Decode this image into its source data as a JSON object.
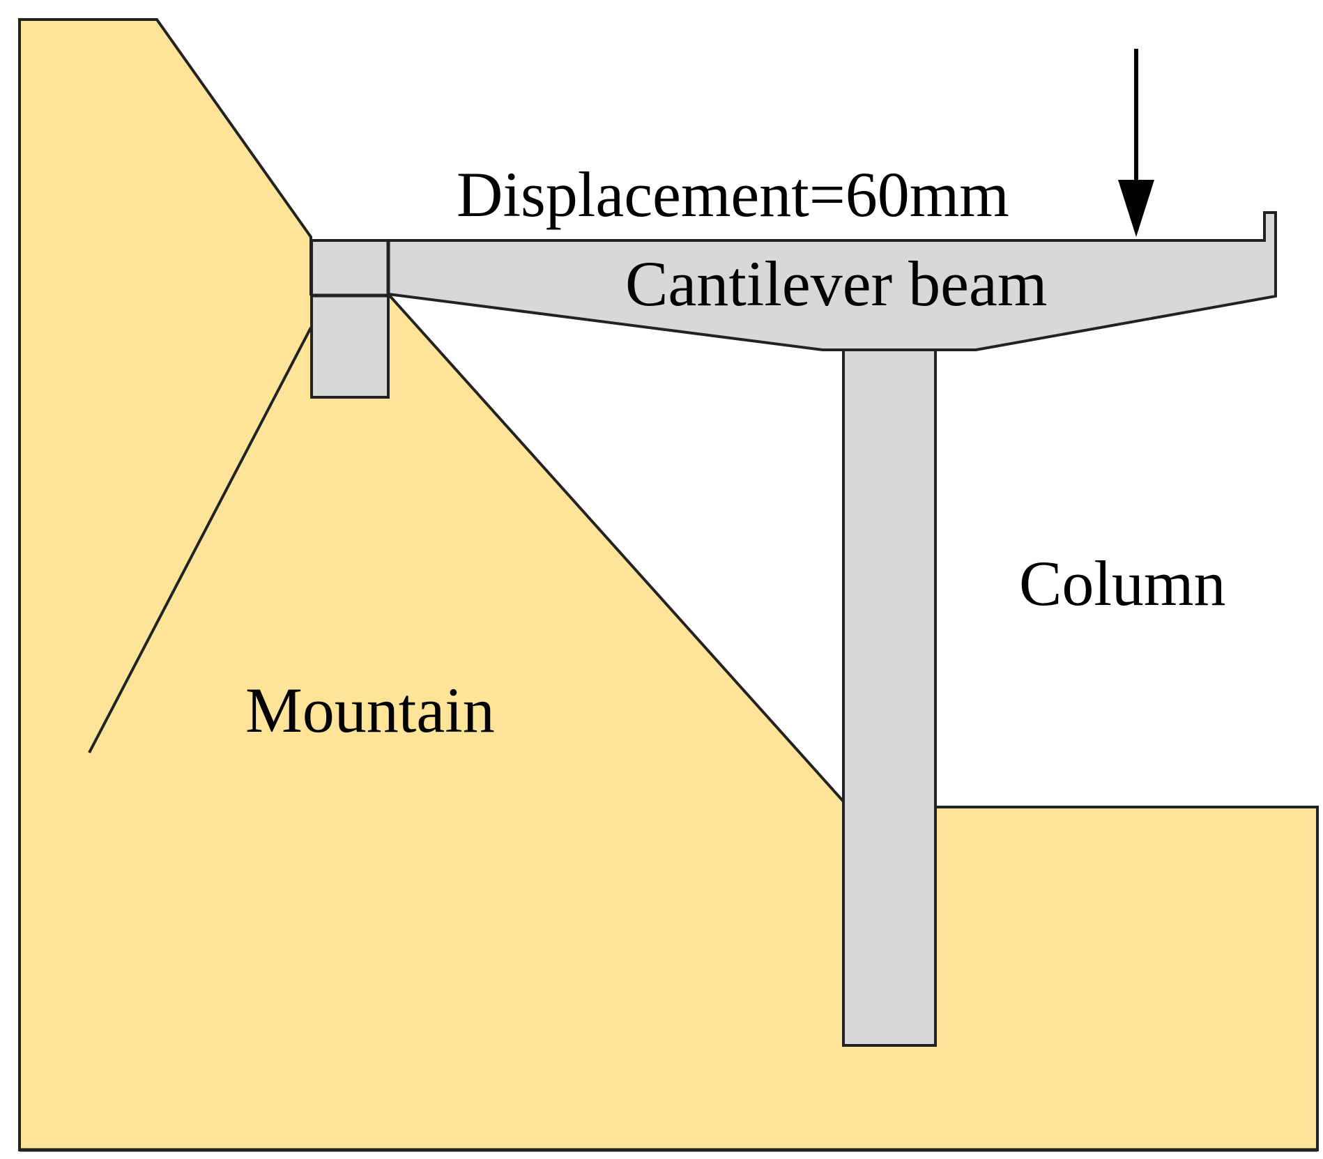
{
  "labels": {
    "displacement": "Displacement=60mm",
    "cantilever_beam": "Cantilever beam",
    "column": "Column",
    "mountain": "Mountain"
  },
  "colors": {
    "ground": "#FDE498",
    "concrete": "#D8D8D8",
    "outline": "#222222",
    "background": "#FFFFFF"
  },
  "icons": {
    "load_arrow": "down-arrow-icon"
  }
}
